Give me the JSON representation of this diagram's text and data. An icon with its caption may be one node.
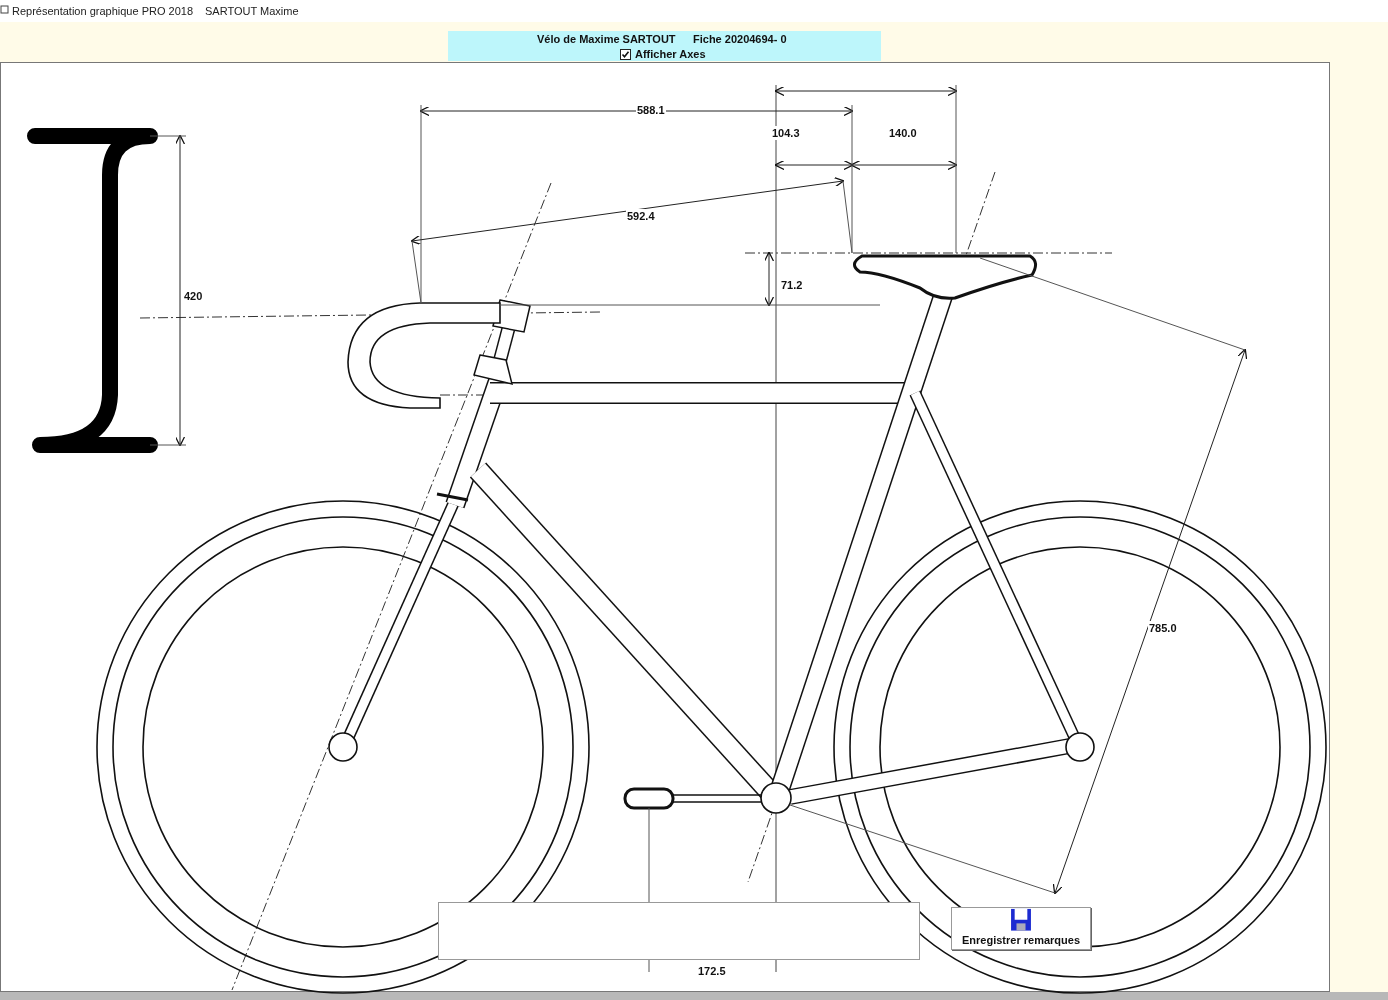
{
  "diagram": {
    "labels": [
      "Représentation graphique PRO 2018",
      "SARTOUT Maxime",
      "Vélo de Maxime SARTOUT",
      "Fiche 20204694- 0",
      "Afficher Axes",
      "588.1",
      "104.3",
      "140.0",
      "592.4",
      "420",
      "71.2",
      "785.0",
      "Enregistrer remarques",
      "172.5"
    ]
  }
}
